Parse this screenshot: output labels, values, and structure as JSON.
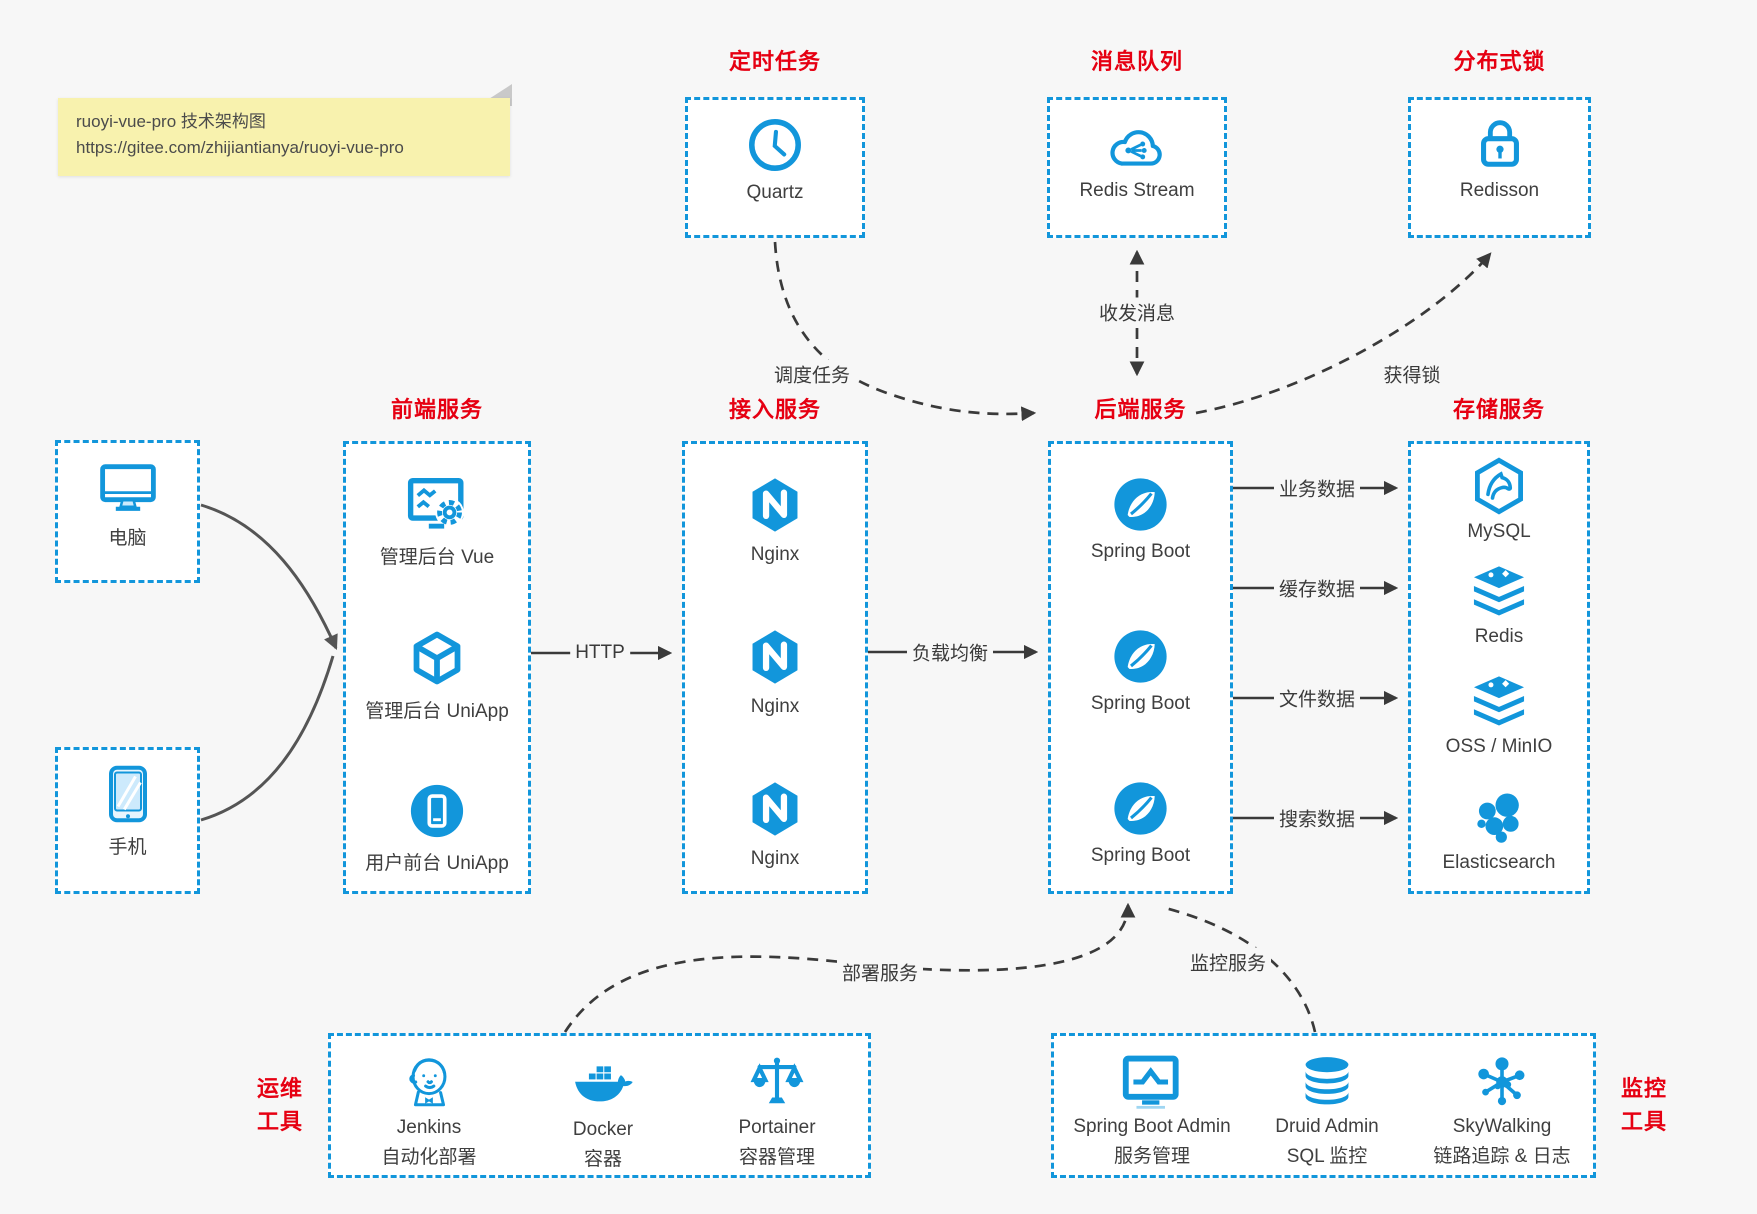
{
  "note": {
    "line1": "ruoyi-vue-pro 技术架构图",
    "line2": "https://gitee.com/zhijiantianya/ruoyi-vue-pro"
  },
  "colors": {
    "accent": "#1296db",
    "title_red": "#e60012",
    "text": "#3f3f3f",
    "arrow": "#3a3a3a",
    "note_bg": "#f8f2ae",
    "canvas_bg": "#f7f7f7",
    "box_bg": "#ffffff"
  },
  "top_groups": [
    {
      "title": "定时任务",
      "item": {
        "label": "Quartz",
        "icon": "clock-icon"
      }
    },
    {
      "title": "消息队列",
      "item": {
        "label": "Redis Stream",
        "icon": "cloud-stream-icon"
      }
    },
    {
      "title": "分布式锁",
      "item": {
        "label": "Redisson",
        "icon": "lock-icon"
      }
    }
  ],
  "devices": [
    {
      "label": "电脑",
      "icon": "desktop-icon"
    },
    {
      "label": "手机",
      "icon": "mobile-icon"
    }
  ],
  "main_groups": [
    {
      "title": "前端服务",
      "items": [
        {
          "label": "管理后台 Vue",
          "icon": "admin-vue-icon"
        },
        {
          "label": "管理后台 UniApp",
          "icon": "uniapp-cube-icon"
        },
        {
          "label": "用户前台 UniApp",
          "icon": "user-app-icon"
        }
      ]
    },
    {
      "title": "接入服务",
      "items": [
        {
          "label": "Nginx",
          "icon": "nginx-icon"
        },
        {
          "label": "Nginx",
          "icon": "nginx-icon"
        },
        {
          "label": "Nginx",
          "icon": "nginx-icon"
        }
      ]
    },
    {
      "title": "后端服务",
      "items": [
        {
          "label": "Spring Boot",
          "icon": "spring-icon"
        },
        {
          "label": "Spring Boot",
          "icon": "spring-icon"
        },
        {
          "label": "Spring Boot",
          "icon": "spring-icon"
        }
      ]
    },
    {
      "title": "存储服务",
      "items": [
        {
          "label": "MySQL",
          "icon": "mysql-icon"
        },
        {
          "label": "Redis",
          "icon": "redis-stack-icon"
        },
        {
          "label": "OSS / MinIO",
          "icon": "storage-stack-icon"
        },
        {
          "label": "Elasticsearch",
          "icon": "elasticsearch-icon"
        }
      ]
    }
  ],
  "bottom_groups": [
    {
      "title_line1": "运维",
      "title_line2": "工具",
      "items": [
        {
          "label": "Jenkins",
          "sublabel": "自动化部署",
          "icon": "jenkins-icon"
        },
        {
          "label": "Docker",
          "sublabel": "容器",
          "icon": "docker-icon"
        },
        {
          "label": "Portainer",
          "sublabel": "容器管理",
          "icon": "portainer-scales-icon"
        }
      ]
    },
    {
      "title_line1": "监控",
      "title_line2": "工具",
      "items": [
        {
          "label": "Spring Boot Admin",
          "sublabel": "服务管理",
          "icon": "monitor-chart-icon"
        },
        {
          "label": "Druid Admin",
          "sublabel": "SQL 监控",
          "icon": "database-icon"
        },
        {
          "label": "SkyWalking",
          "sublabel": "链路追踪 & 日志",
          "icon": "topology-icon"
        }
      ]
    }
  ],
  "edges": {
    "http": "HTTP",
    "load_balance": "负载均衡",
    "business_data": "业务数据",
    "cache_data": "缓存数据",
    "file_data": "文件数据",
    "search_data": "搜索数据",
    "schedule_job": "调度任务",
    "send_receive_msg": "收发消息",
    "acquire_lock": "获得锁",
    "deploy_service": "部署服务",
    "monitor_service": "监控服务"
  }
}
